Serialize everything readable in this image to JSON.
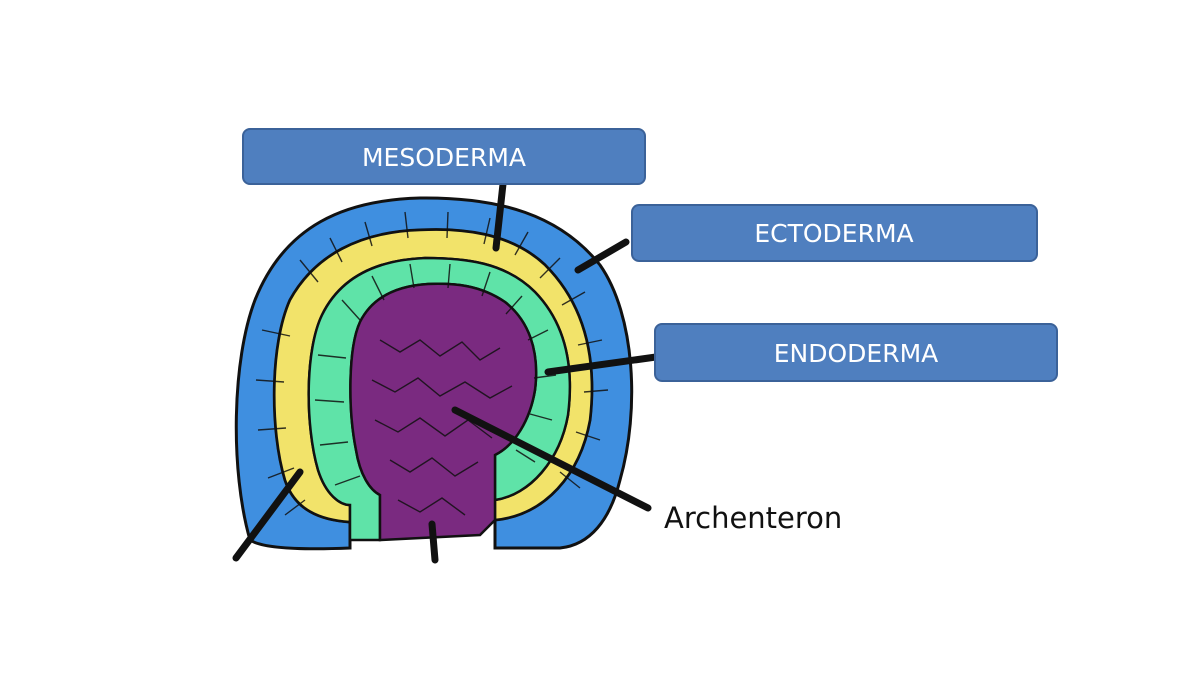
{
  "labels": {
    "mesoderma": "MESODERMA",
    "ectoderma": "ECTODERMA",
    "endoderma": "ENDODERMA",
    "archenteron": "Archenteron"
  },
  "colors": {
    "label_box": "#4f7fbf",
    "ectoderm": "#3f8fe0",
    "mesoderm": "#f2e36a",
    "endoderm": "#5fe3a8",
    "archenteron": "#7a2a80",
    "outline": "#111111"
  }
}
